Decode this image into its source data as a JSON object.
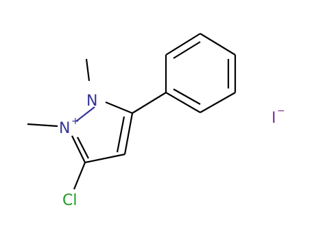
{
  "colors": {
    "bond": "#000000",
    "nitrogen": "#333399",
    "chlorine": "#1d9b1d",
    "iodine": "#7a2a9a",
    "background": "#ffffff"
  },
  "atoms": {
    "n1": {
      "symbol": "N"
    },
    "n2": {
      "symbol": "N",
      "charge": "+"
    },
    "cl": {
      "symbol": "Cl"
    },
    "iodide": {
      "symbol": "I",
      "charge": "−"
    }
  }
}
